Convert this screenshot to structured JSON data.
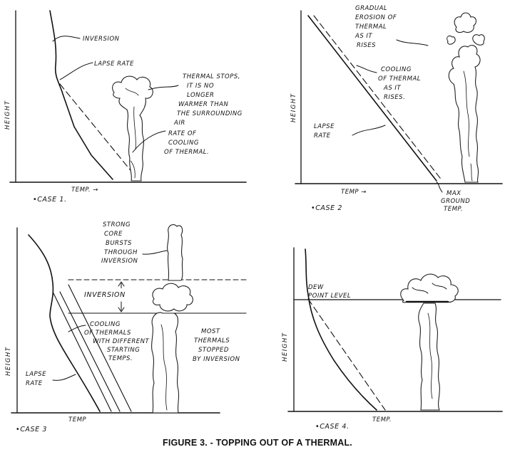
{
  "figure": {
    "caption": "FIGURE 3. - TOPPING OUT OF A THERMAL."
  },
  "case1": {
    "case_label": "•CASE 1.",
    "y_axis_label": "HEIGHT",
    "x_axis_label": "TEMP. →",
    "inversion_label": "INVERSION",
    "lapse_rate_label": "LAPSE RATE",
    "thermal_stops_lines": [
      "THERMAL STOPS,",
      "IT IS NO",
      "LONGER",
      "WARMER THAN",
      "THE SURROUNDING",
      "AIR"
    ],
    "rate_cooling_lines": [
      "RATE OF",
      "COOLING",
      "OF THERMAL."
    ]
  },
  "case2": {
    "case_label": "•CASE 2",
    "y_axis_label": "HEIGHT",
    "x_axis_label": "TEMP →",
    "erosion_lines": [
      "GRADUAL",
      "EROSION OF",
      "THERMAL",
      "AS IT",
      "RISES"
    ],
    "cooling_lines": [
      "COOLING",
      "OF THERMAL",
      "AS IT",
      "RISES."
    ],
    "lapse_rate_lines": [
      "LAPSE",
      "RATE"
    ],
    "max_ground_temp_lines": [
      "MAX",
      "GROUND",
      "TEMP."
    ]
  },
  "case3": {
    "case_label": "•CASE 3",
    "y_axis_label": "HEIGHT",
    "x_axis_label": "TEMP",
    "strong_core_lines": [
      "STRONG",
      "CORE",
      "BURSTS",
      "THROUGH",
      "INVERSION"
    ],
    "inversion_label": "INVERSION",
    "cooling_lines": [
      "COOLING",
      "OF THERMALS",
      "WITH DIFFERENT",
      "STARTING",
      "TEMPS."
    ],
    "most_thermals_lines": [
      "MOST",
      "THERMALS",
      "STOPPED",
      "BY INVERSION"
    ],
    "lapse_rate_lines": [
      "LAPSE",
      "RATE"
    ]
  },
  "case4": {
    "case_label": "•CASE 4.",
    "y_axis_label": "HEIGHT",
    "x_axis_label": "TEMP.",
    "dew_point_lines": [
      "DEW",
      "POINT LEVEL"
    ]
  }
}
